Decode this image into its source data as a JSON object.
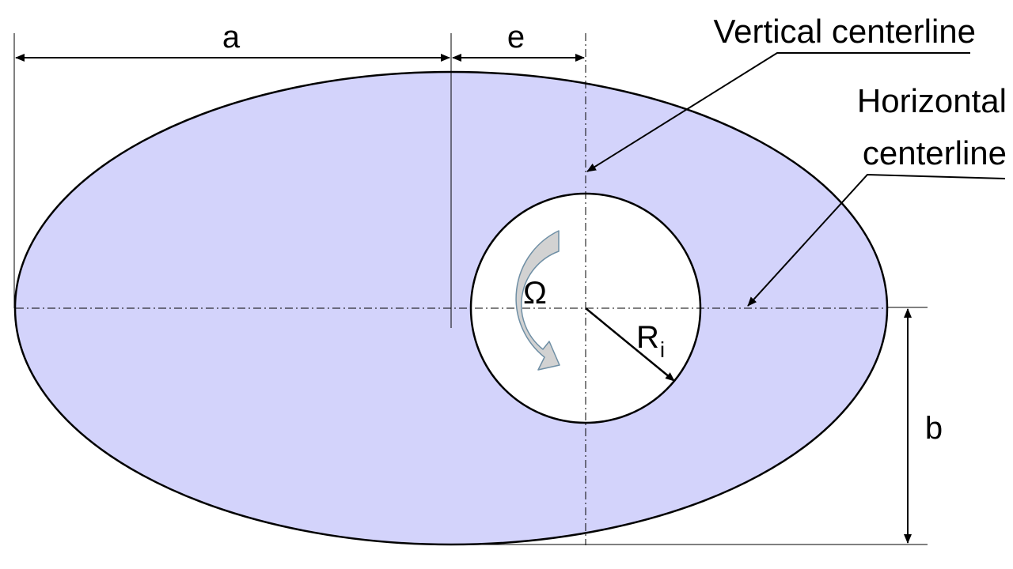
{
  "diagram": {
    "colors": {
      "ellipse_fill": "#d3d3fb",
      "stroke": "#000000",
      "hole_fill": "#ffffff",
      "rotation_arrow_fill": "#d2d2d2",
      "rotation_arrow_stroke": "#6f8fa5"
    },
    "labels": {
      "a": "a",
      "e": "e",
      "b": "b",
      "omega": "Ω",
      "radius_main": "R",
      "radius_sub": "i",
      "vertical_centerline": "Vertical centerline",
      "horizontal_centerline_line1": "Horizontal",
      "horizontal_centerline_line2": "centerline"
    }
  }
}
